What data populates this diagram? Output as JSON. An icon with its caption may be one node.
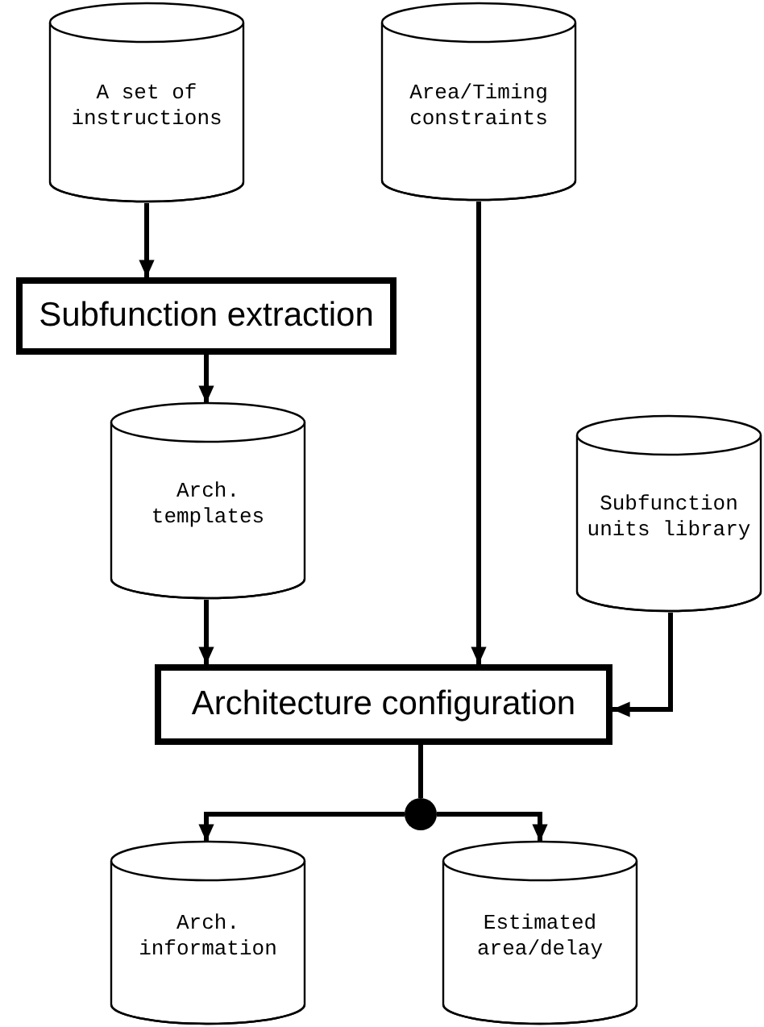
{
  "diagram": {
    "nodes": [
      {
        "text": [
          "A set of instructions"
        ]
      },
      {
        "text": [
          "Area/Timing constraints"
        ]
      },
      {
        "text": [
          "Subfunction extraction"
        ]
      },
      {
        "text": [
          "Arch. templates"
        ]
      },
      {
        "text": [
          "Subfunction units library"
        ]
      },
      {
        "text": [
          "Architecture configuration"
        ]
      },
      {
        "text": [],
        "shape": "circle"
      },
      {
        "text": [
          "Arch. information"
        ]
      },
      {
        "text": [
          "Estimated area/delay"
        ]
      }
    ],
    "edges": [
      {
        "from": 0,
        "to": 2,
        "arrow": "to"
      },
      {
        "from": 2,
        "to": 3,
        "arrow": "to"
      },
      {
        "from": 3,
        "to": 5,
        "arrow": "to"
      },
      {
        "from": 1,
        "to": 5,
        "arrow": "to"
      },
      {
        "from": 4,
        "to": 5,
        "arrow": "to"
      },
      {
        "from": 5,
        "to": 6,
        "arrow": "none"
      },
      {
        "from": 6,
        "to": 7,
        "arrow": "to"
      },
      {
        "from": 6,
        "to": 8,
        "arrow": "to"
      }
    ]
  }
}
